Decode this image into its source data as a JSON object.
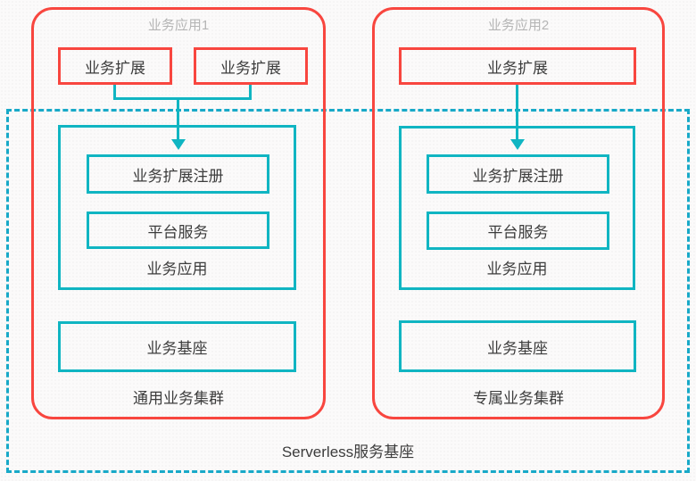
{
  "colors": {
    "red": "#f8463f",
    "teal": "#10b5c2",
    "dashed_teal": "#18a9c8",
    "title_grey": "#b5b5b5",
    "text": "#3c3c3c"
  },
  "serverless": {
    "label": "Serverless服务基座"
  },
  "clusters": [
    {
      "app_title": "业务应用1",
      "extensions": [
        "业务扩展",
        "业务扩展"
      ],
      "register_label": "业务扩展注册",
      "platform_label": "平台服务",
      "app_label": "业务应用",
      "base_label": "业务基座",
      "cluster_label": "通用业务集群"
    },
    {
      "app_title": "业务应用2",
      "extensions": [
        "业务扩展"
      ],
      "register_label": "业务扩展注册",
      "platform_label": "平台服务",
      "app_label": "业务应用",
      "base_label": "业务基座",
      "cluster_label": "专属业务集群"
    }
  ]
}
